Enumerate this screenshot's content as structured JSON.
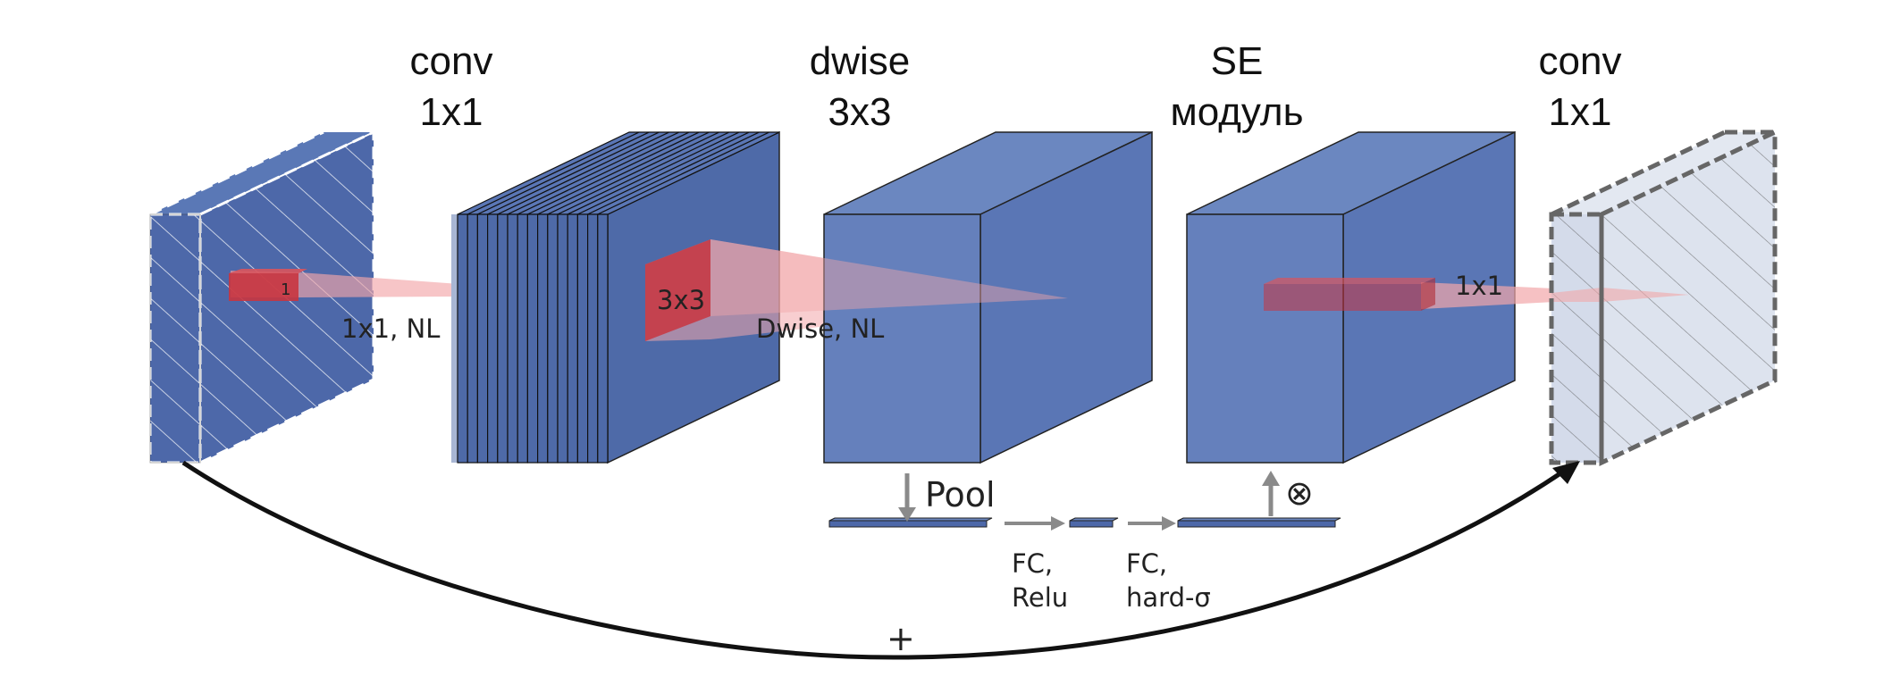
{
  "titles": {
    "conv1_line1": "conv",
    "conv1_line2": "1x1",
    "dwise_line1": "dwise",
    "dwise_line2": "3x3",
    "se_line1": "SE",
    "se_line2": "модуль",
    "conv2_line1": "conv",
    "conv2_line2": "1x1"
  },
  "labels": {
    "input_kernel": "1",
    "expand_op": "1x1, NL",
    "dwise_kernel": "3x3",
    "dwise_op": "Dwise, NL",
    "project_kernel": "1x1",
    "pool": "Pool",
    "multiply": "⊗",
    "fc1_line1": "FC,",
    "fc1_line2": "Relu",
    "fc2_line1": "FC,",
    "fc2_line2": "hard-σ",
    "residual": "+"
  },
  "colors": {
    "block_front": "#5a78b6",
    "block_side": "#4e6aa8",
    "block_top": "#6b87c0",
    "input_block": "#4d68a9",
    "output_block": "#dde3ee",
    "kernel_red": "#c9353f",
    "projection_pink": "#f2a6a9",
    "arrow_gray": "#8a8a8a",
    "outline": "#222222"
  }
}
